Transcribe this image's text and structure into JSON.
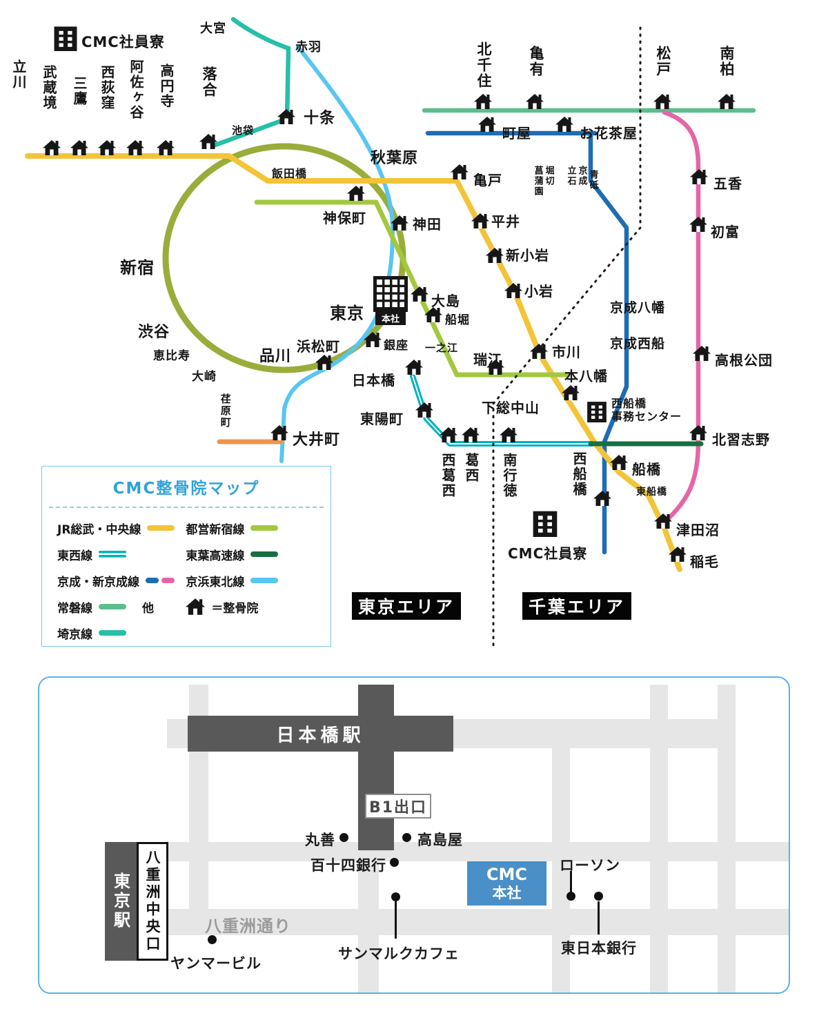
{
  "colors": {
    "jr_sobu_chuo": "#f3c437",
    "toei_shinjuku": "#a3c83f",
    "tozai": "#00b2c0",
    "toyo_kosoku": "#176f42",
    "keisei": "#1e6cb3",
    "shin_keisei": "#e566a6",
    "keihin_tohoku": "#58c6f2",
    "joban": "#5dbd8d",
    "saikyo": "#27bfa8",
    "yamanote_other": "#99ad3a",
    "oimachi_other": "#f0954d",
    "area_divider": "#1a1a1a",
    "legend_accent": "#2fa3d9",
    "cmc_blue": "#4a8fc7"
  },
  "rail": {
    "dorm1_label": "CMC社員寮",
    "dorm2_label": "CMC社員寮",
    "hq_label": "本社",
    "office_center_line1": "西船橋",
    "office_center_line2": "事務センター",
    "badge_tokyo": "東京エリア",
    "badge_chiba": "千葉エリア",
    "stations": {
      "omiya": "大宮",
      "akabane": "赤羽",
      "jujo": "十条",
      "ikebukuro": "池袋",
      "ochiai": "落合",
      "tachikawa": "立川",
      "musashisakai": "武蔵境",
      "mitaka": "三鷹",
      "nishiogikubo": "西荻窪",
      "asagaya": "阿佐ヶ谷",
      "koenji": "高円寺",
      "iidabashi": "飯田橋",
      "akihabara": "秋葉原",
      "jimbocho": "神保町",
      "kanda": "神田",
      "shinjuku": "新宿",
      "shibuya": "渋谷",
      "ebisu": "恵比寿",
      "osaki": "大崎",
      "shinagawa": "品川",
      "hamamatsucho": "浜松町",
      "tokyo": "東京",
      "ginza": "銀座",
      "nihombashi": "日本橋",
      "ebaramachi": "荏原町",
      "oimachi": "大井町",
      "toyocho": "東陽町",
      "ojima": "大島",
      "funabori": "船堀",
      "ichinoe": "一之江",
      "mizue": "瑞江",
      "kameido": "亀戸",
      "hirai": "平井",
      "shinkoiwa": "新小岩",
      "koiwa": "小岩",
      "ichikawa": "市川",
      "motoyawata": "本八幡",
      "shimosa_nakayama": "下総中山",
      "nishikasai": "西葛西",
      "kasai": "葛西",
      "minami_gyotoku": "南行徳",
      "nishi_funabashi": "西船橋",
      "funabashi": "船橋",
      "higashi_funabashi": "東船橋",
      "tsudanuma": "津田沼",
      "inage": "稲毛",
      "kitasenju": "北千住",
      "kameari": "亀有",
      "matsudo": "松戸",
      "minami_kashiwa": "南柏",
      "machiya": "町屋",
      "ohanajaya": "お花茶屋",
      "horikiri_a": "堀切",
      "horikiri_b": "菖蒲園",
      "tateishi_a": "京成",
      "tateishi_b": "立石",
      "aoto": "青砥",
      "goko": "五香",
      "hatsutomi": "初富",
      "takane_kodan": "高根公団",
      "kita_narashino": "北習志野",
      "keisei_yawata": "京成八幡",
      "keisei_nishifuna": "京成西船"
    }
  },
  "legend": {
    "title": "CMC整骨院マップ",
    "jr": "JR総武・中央線",
    "toei": "都営新宿線",
    "tozai": "東西線",
    "toyo": "東葉高速線",
    "keisei": "京成・新京成線",
    "keihin": "京浜東北線",
    "joban": "常磐線",
    "other": "他",
    "saikyo": "埼京線",
    "clinic": "＝整骨院"
  },
  "street": {
    "nihombashi_station": "日本橋駅",
    "exit_b1": "B1出口",
    "tokyo_station": "東京駅",
    "yaesu_exit": "八重洲中央口",
    "yaesu_street": "八重洲通り",
    "cmc_line1": "CMC",
    "cmc_line2": "本社",
    "maruzen": "丸善",
    "takashimaya": "高島屋",
    "hyakujushi_bank": "百十四銀行",
    "lawson": "ローソン",
    "higashi_nippon_bank": "東日本銀行",
    "saint_marc_cafe": "サンマルクカフェ",
    "yanmar_building": "ヤンマービル"
  }
}
